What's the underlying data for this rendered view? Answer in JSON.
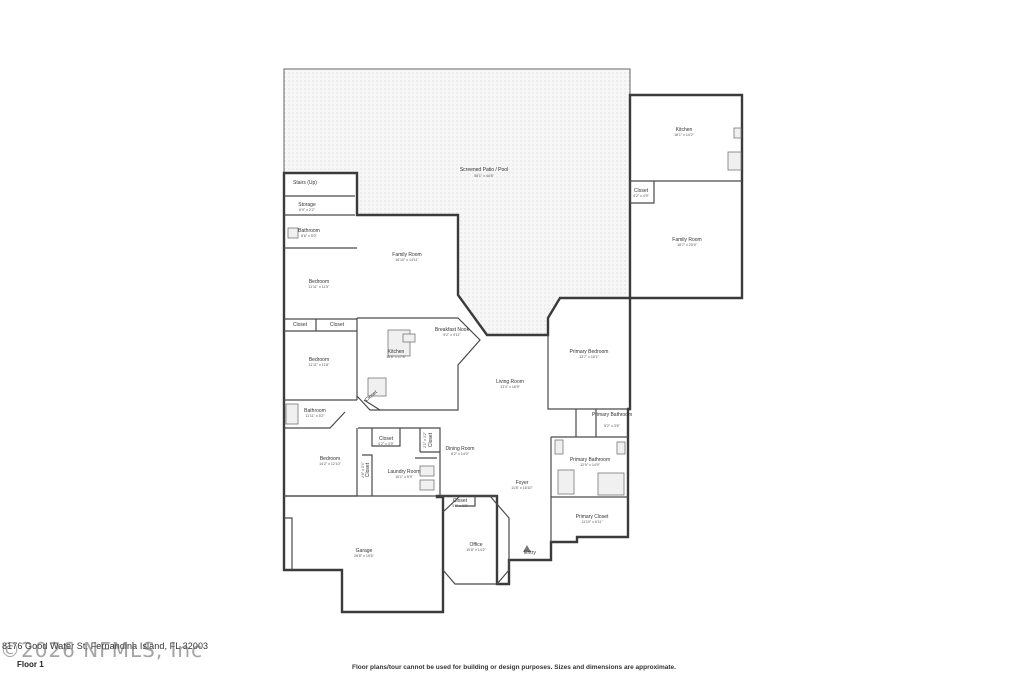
{
  "plan": {
    "rooms": [
      {
        "id": "patio",
        "name": "Screened Patio / Pool",
        "dims": "58'1\" x 44'8\""
      },
      {
        "id": "kitchen2",
        "name": "Kitchen",
        "dims": "18'1\" x 14'2\""
      },
      {
        "id": "closet-k2",
        "name": "Closet",
        "dims": "4'2\" x 4'9\""
      },
      {
        "id": "family2",
        "name": "Family Room",
        "dims": "18'7\" x 20'9\""
      },
      {
        "id": "stairs",
        "name": "Stairs (Up)",
        "dims": ""
      },
      {
        "id": "storage",
        "name": "Storage",
        "dims": "6'9\" x 2'2\""
      },
      {
        "id": "bath-top",
        "name": "Bathroom",
        "dims": "6'6\" x 5'0\""
      },
      {
        "id": "family1",
        "name": "Family Room",
        "dims": "16'10\" x 14'11\""
      },
      {
        "id": "bed-top",
        "name": "Bedroom",
        "dims": "11'11\" x 11'5\""
      },
      {
        "id": "closet-a",
        "name": "Closet",
        "dims": ""
      },
      {
        "id": "closet-b",
        "name": "Closet",
        "dims": ""
      },
      {
        "id": "breakfast",
        "name": "Breakfast Nook",
        "dims": "9'2\" x 9'11\""
      },
      {
        "id": "kitchen1",
        "name": "Kitchen",
        "dims": "16'8\" x 17'8\""
      },
      {
        "id": "primary-bed",
        "name": "Primary Bedroom",
        "dims": "13'7\" x 18'1\""
      },
      {
        "id": "bed-mid",
        "name": "Bedroom",
        "dims": "11'11\" x 11'8\""
      },
      {
        "id": "living",
        "name": "Living Room",
        "dims": "13'4\" x 16'9\""
      },
      {
        "id": "closet-c",
        "name": "Closet",
        "dims": ""
      },
      {
        "id": "bath-mid",
        "name": "Bathroom",
        "dims": "11'11\" x 5'2\""
      },
      {
        "id": "primary-bathroom",
        "name": "Primary Bathroom",
        "dims": "5'2\" x 3'6\""
      },
      {
        "id": "closet-d",
        "name": "Closet",
        "dims": "4'2\" x 3'9\""
      },
      {
        "id": "closet-e",
        "name": "Closet",
        "dims": "2'1\" x 3'2\""
      },
      {
        "id": "dining",
        "name": "Dining Room",
        "dims": "8'2\" x 14'0\""
      },
      {
        "id": "primary-bath",
        "name": "Primary Bathroom",
        "dims": "12'9\" x 14'9\""
      },
      {
        "id": "bed-low",
        "name": "Bedroom",
        "dims": "14'2\" x 12'10\""
      },
      {
        "id": "closet-f",
        "name": "Closet",
        "dims": "2'6\" x 5'4\""
      },
      {
        "id": "laundry",
        "name": "Laundry Room",
        "dims": "10'1\" x 5'9\""
      },
      {
        "id": "foyer",
        "name": "Foyer",
        "dims": "11'8\" x 16'10\""
      },
      {
        "id": "closet-g",
        "name": "Closet",
        "dims": "5'0\" x 2'2\""
      },
      {
        "id": "primary-closet",
        "name": "Primary Closet",
        "dims": "11'10\" x 6'11\""
      },
      {
        "id": "garage",
        "name": "Garage",
        "dims": "26'8\" x 19'6\""
      },
      {
        "id": "office",
        "name": "Office",
        "dims": "10'8\" x 14'2\""
      },
      {
        "id": "entry",
        "name": "Entry",
        "dims": ""
      }
    ]
  },
  "footer": {
    "address": "8176 Good Water St, Fernandina Island, FL 32003",
    "watermark": "©2026 NFMLS, Inc",
    "floor_label": "Floor 1",
    "disclaimer": "Floor plans/tour cannot be used for building or design purposes. Sizes and dimensions are approximate."
  },
  "colors": {
    "wall": "#3b3b3b",
    "patio_dot": "#c8c8c8",
    "background": "#ffffff"
  }
}
